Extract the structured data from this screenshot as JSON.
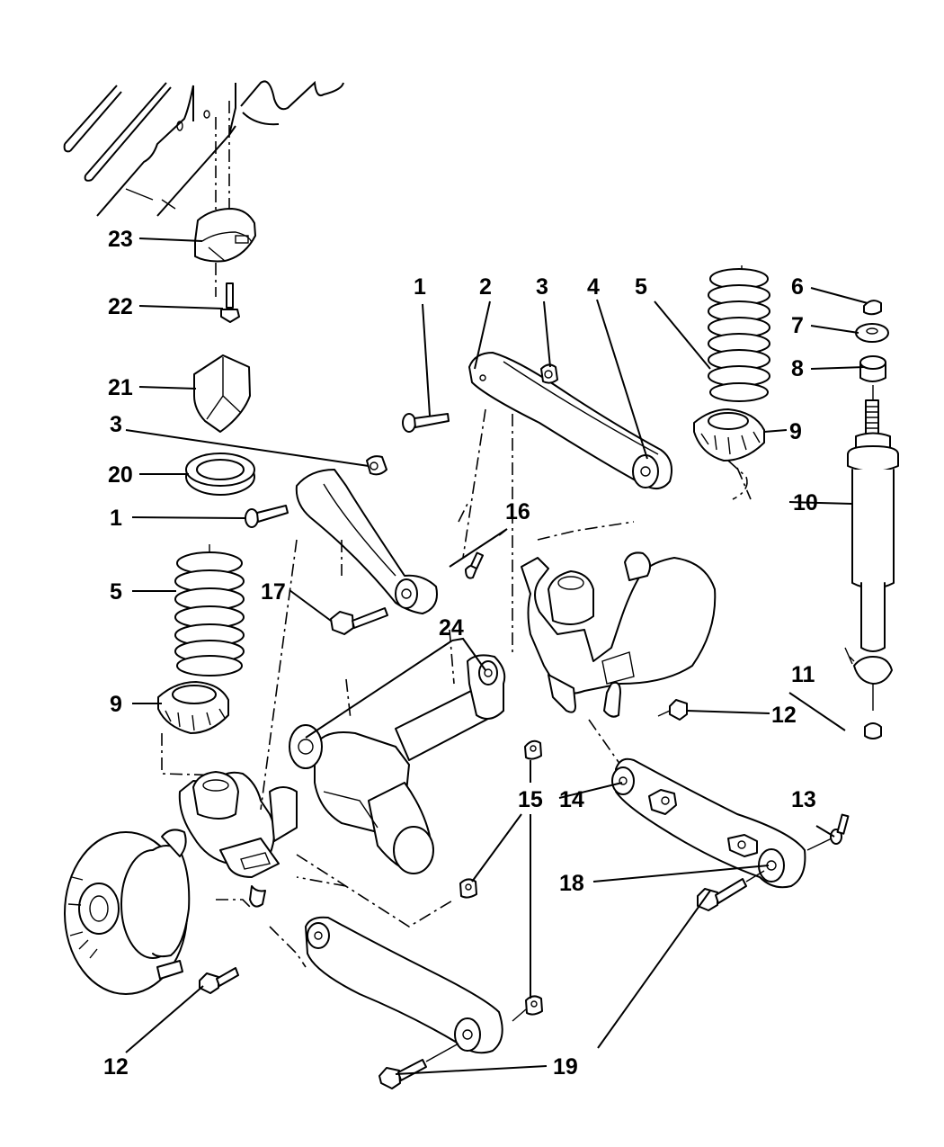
{
  "diagram": {
    "title": "Front Suspension Exploded View",
    "style": {
      "line_color": "#000000",
      "background": "#ffffff"
    },
    "parts": [
      {
        "id": "1",
        "name": "Bolt",
        "callouts": [
          "1",
          "1"
        ]
      },
      {
        "id": "2",
        "name": "Upper control arm (right)"
      },
      {
        "id": "3",
        "name": "Nut",
        "callouts": [
          "3",
          "3"
        ]
      },
      {
        "id": "4",
        "name": "Bushing"
      },
      {
        "id": "5",
        "name": "Coil spring",
        "callouts": [
          "5",
          "5"
        ]
      },
      {
        "id": "6",
        "name": "Nut"
      },
      {
        "id": "7",
        "name": "Washer / retainer"
      },
      {
        "id": "8",
        "name": "Grommet"
      },
      {
        "id": "9",
        "name": "Spring isolator / seat",
        "callouts": [
          "9",
          "9"
        ]
      },
      {
        "id": "10",
        "name": "Shock absorber"
      },
      {
        "id": "11",
        "name": "Nut"
      },
      {
        "id": "12",
        "name": "Bolt",
        "callouts": [
          "12",
          "12"
        ]
      },
      {
        "id": "13",
        "name": "Cam / flag nut"
      },
      {
        "id": "14",
        "name": "Lower control arm (right)"
      },
      {
        "id": "15",
        "name": "Nut",
        "callouts": [
          "15"
        ]
      },
      {
        "id": "16",
        "name": "Cam / flag nut"
      },
      {
        "id": "17",
        "name": "Bolt"
      },
      {
        "id": "18",
        "name": "Bushing"
      },
      {
        "id": "19",
        "name": "Bolt",
        "callouts": [
          "19"
        ]
      },
      {
        "id": "20",
        "name": "Jounce bumper seat"
      },
      {
        "id": "21",
        "name": "Jounce bumper"
      },
      {
        "id": "22",
        "name": "Bolt"
      },
      {
        "id": "23",
        "name": "Bumper bracket"
      },
      {
        "id": "24",
        "name": "Axle / bushing"
      }
    ],
    "labels": {
      "l1a": "1",
      "l2": "2",
      "l3a": "3",
      "l4": "4",
      "l5a": "5",
      "l6": "6",
      "l7": "7",
      "l8": "8",
      "l9a": "9",
      "l10": "10",
      "l3b": "3",
      "l20": "20",
      "l1b": "1",
      "l16": "16",
      "l5b": "5",
      "l17": "17",
      "l24": "24",
      "l9b": "9",
      "l11": "11",
      "l12a": "12",
      "l15": "15",
      "l14": "14",
      "l13": "13",
      "l18": "18",
      "l12b": "12",
      "l19": "19",
      "l21": "21",
      "l22": "22",
      "l23": "23"
    }
  }
}
